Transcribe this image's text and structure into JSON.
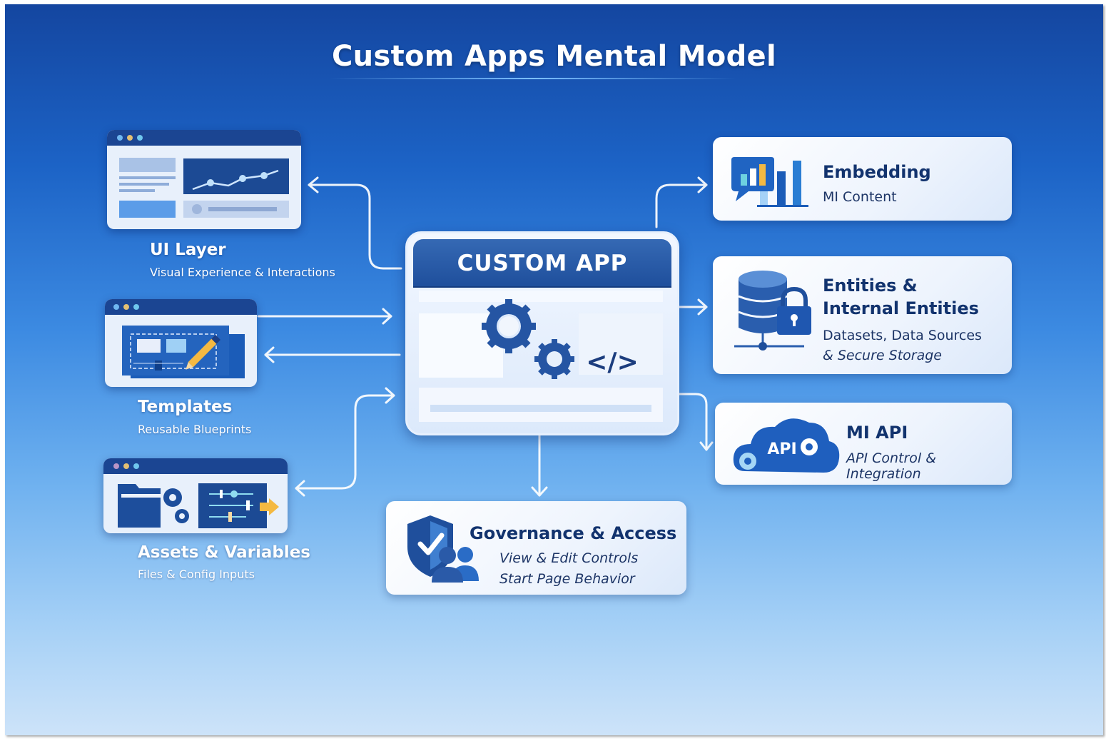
{
  "title": "Custom Apps Mental Model",
  "center": {
    "label": "CUSTOM APP",
    "code_glyph": "</>"
  },
  "left_nodes": [
    {
      "title": "UI Layer",
      "subtitle": "Visual Experience & Interactions",
      "icon": "dashboard-window-icon"
    },
    {
      "title": "Templates",
      "subtitle": "Reusable Blueprints",
      "icon": "blueprint-pencil-icon"
    },
    {
      "title": "Assets & Variables",
      "subtitle": "Files & Config Inputs",
      "icon": "folder-gears-sliders-icon"
    }
  ],
  "right_nodes": [
    {
      "title": "Embedding",
      "subtitle": "MI Content",
      "icon": "chart-bubble-icon"
    },
    {
      "title": "Entities &",
      "title2": "Internal Entities",
      "subtitle": "Datasets, Data Sources",
      "subtitle2": "& Secure Storage",
      "icon": "database-lock-icon"
    },
    {
      "title": "MI API",
      "subtitle": "API Control & Integration",
      "icon": "api-cloud-icon",
      "icon_text": "API"
    }
  ],
  "bottom_node": {
    "title": "Governance & Access",
    "line1": "View & Edit Controls",
    "line2": "Start Page Behavior",
    "icon": "shield-users-icon"
  },
  "colors": {
    "navy": "#1b4592",
    "accent_yellow": "#f4b942",
    "text_dark": "#12336e",
    "bg_top": "#1446a0",
    "bg_bottom": "#cde3f9"
  }
}
